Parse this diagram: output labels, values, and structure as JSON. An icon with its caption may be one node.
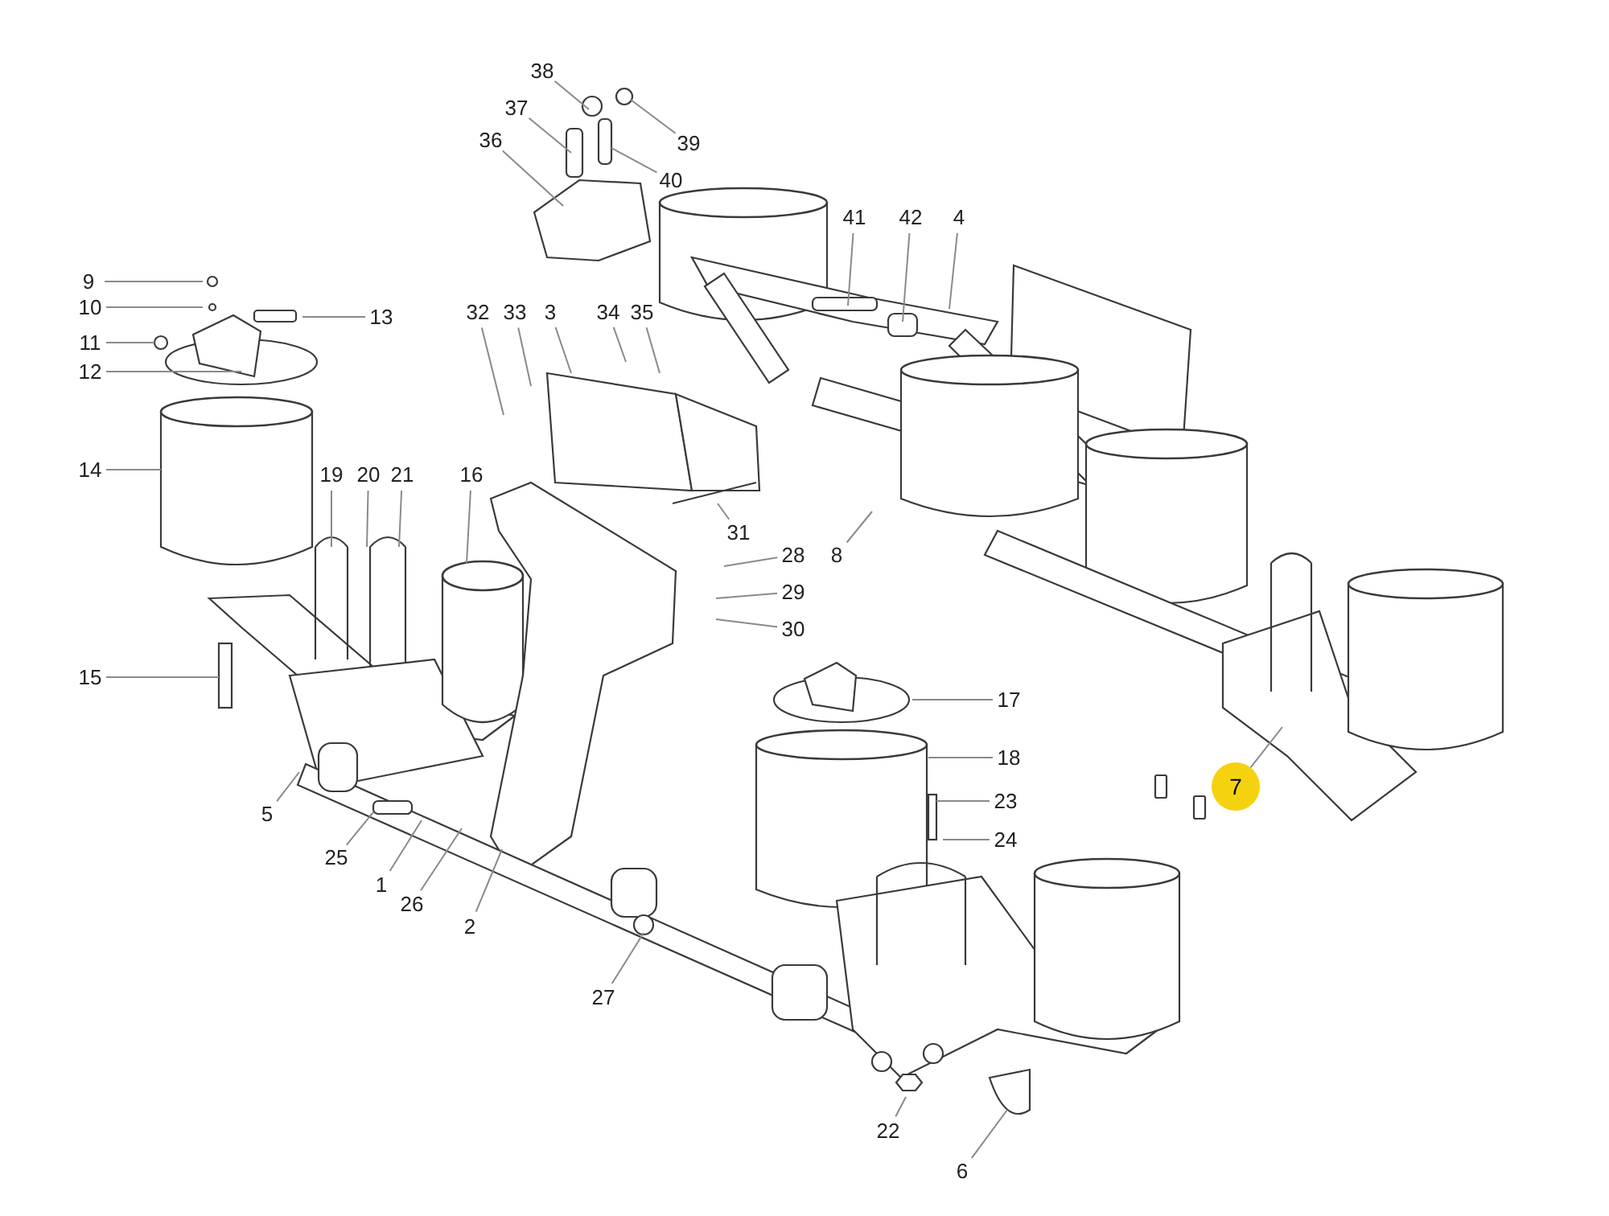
{
  "diagram": {
    "nodes": [
      {
        "text": [
          "38"
        ]
      },
      {
        "text": [
          "37"
        ]
      },
      {
        "text": [
          "39"
        ]
      },
      {
        "text": [
          "36"
        ]
      },
      {
        "text": [
          "40"
        ]
      },
      {
        "text": [
          "41"
        ]
      },
      {
        "text": [
          "42"
        ]
      },
      {
        "text": [
          "4"
        ]
      },
      {
        "text": [
          "9"
        ]
      },
      {
        "text": [
          "10"
        ]
      },
      {
        "text": [
          "32"
        ]
      },
      {
        "text": [
          "33"
        ]
      },
      {
        "text": [
          "3"
        ]
      },
      {
        "text": [
          "34"
        ]
      },
      {
        "text": [
          "35"
        ]
      },
      {
        "text": [
          "13"
        ]
      },
      {
        "text": [
          "11"
        ]
      },
      {
        "text": [
          "12"
        ]
      },
      {
        "text": [
          "14"
        ]
      },
      {
        "text": [
          "19"
        ]
      },
      {
        "text": [
          "20"
        ]
      },
      {
        "text": [
          "21"
        ]
      },
      {
        "text": [
          "16"
        ]
      },
      {
        "text": [
          "31"
        ]
      },
      {
        "text": [
          "28"
        ]
      },
      {
        "text": [
          "8"
        ]
      },
      {
        "text": [
          "29"
        ]
      },
      {
        "text": [
          "30"
        ]
      },
      {
        "text": [
          "15"
        ]
      },
      {
        "text": [
          "17"
        ]
      },
      {
        "text": [
          "18"
        ]
      },
      {
        "text": [
          "7"
        ]
      },
      {
        "text": [
          "23"
        ]
      },
      {
        "text": [
          "5"
        ]
      },
      {
        "text": [
          "24"
        ]
      },
      {
        "text": [
          "25"
        ]
      },
      {
        "text": [
          "1"
        ]
      },
      {
        "text": [
          "26"
        ]
      },
      {
        "text": [
          "2"
        ]
      },
      {
        "text": [
          "27"
        ]
      },
      {
        "text": [
          "22"
        ]
      },
      {
        "text": [
          "6"
        ]
      }
    ],
    "edges": [
      {
        "from": 0,
        "to": null,
        "arrow": "none"
      },
      {
        "from": 1,
        "to": null,
        "arrow": "none"
      },
      {
        "from": 2,
        "to": null,
        "arrow": "none"
      },
      {
        "from": 3,
        "to": null,
        "arrow": "none"
      },
      {
        "from": 4,
        "to": null,
        "arrow": "none"
      },
      {
        "from": 5,
        "to": null,
        "arrow": "none"
      },
      {
        "from": 6,
        "to": null,
        "arrow": "none"
      },
      {
        "from": 7,
        "to": null,
        "arrow": "none"
      },
      {
        "from": 8,
        "to": null,
        "arrow": "none"
      },
      {
        "from": 9,
        "to": null,
        "arrow": "none"
      },
      {
        "from": 10,
        "to": null,
        "arrow": "none"
      },
      {
        "from": 11,
        "to": null,
        "arrow": "none"
      },
      {
        "from": 12,
        "to": null,
        "arrow": "none"
      },
      {
        "from": 13,
        "to": null,
        "arrow": "none"
      },
      {
        "from": 14,
        "to": null,
        "arrow": "none"
      },
      {
        "from": 15,
        "to": null,
        "arrow": "none"
      },
      {
        "from": 16,
        "to": null,
        "arrow": "none"
      },
      {
        "from": 17,
        "to": null,
        "arrow": "none"
      },
      {
        "from": 18,
        "to": null,
        "arrow": "none"
      },
      {
        "from": 19,
        "to": null,
        "arrow": "none"
      },
      {
        "from": 20,
        "to": null,
        "arrow": "none"
      },
      {
        "from": 21,
        "to": null,
        "arrow": "none"
      },
      {
        "from": 22,
        "to": null,
        "arrow": "none"
      },
      {
        "from": 23,
        "to": null,
        "arrow": "none"
      },
      {
        "from": 24,
        "to": null,
        "arrow": "none"
      },
      {
        "from": 25,
        "to": null,
        "arrow": "none"
      },
      {
        "from": 26,
        "to": null,
        "arrow": "none"
      },
      {
        "from": 27,
        "to": null,
        "arrow": "none"
      },
      {
        "from": 28,
        "to": null,
        "arrow": "none"
      },
      {
        "from": 29,
        "to": null,
        "arrow": "none"
      },
      {
        "from": 30,
        "to": null,
        "arrow": "none"
      },
      {
        "from": 31,
        "to": null,
        "arrow": "none"
      },
      {
        "from": 32,
        "to": null,
        "arrow": "none"
      },
      {
        "from": 33,
        "to": null,
        "arrow": "none"
      },
      {
        "from": 34,
        "to": null,
        "arrow": "none"
      },
      {
        "from": 35,
        "to": null,
        "arrow": "none"
      },
      {
        "from": 36,
        "to": null,
        "arrow": "none"
      },
      {
        "from": 37,
        "to": null,
        "arrow": "none"
      },
      {
        "from": 38,
        "to": null,
        "arrow": "none"
      },
      {
        "from": 39,
        "to": null,
        "arrow": "none"
      },
      {
        "from": 40,
        "to": null,
        "arrow": "none"
      },
      {
        "from": 41,
        "to": null,
        "arrow": "none"
      }
    ]
  }
}
